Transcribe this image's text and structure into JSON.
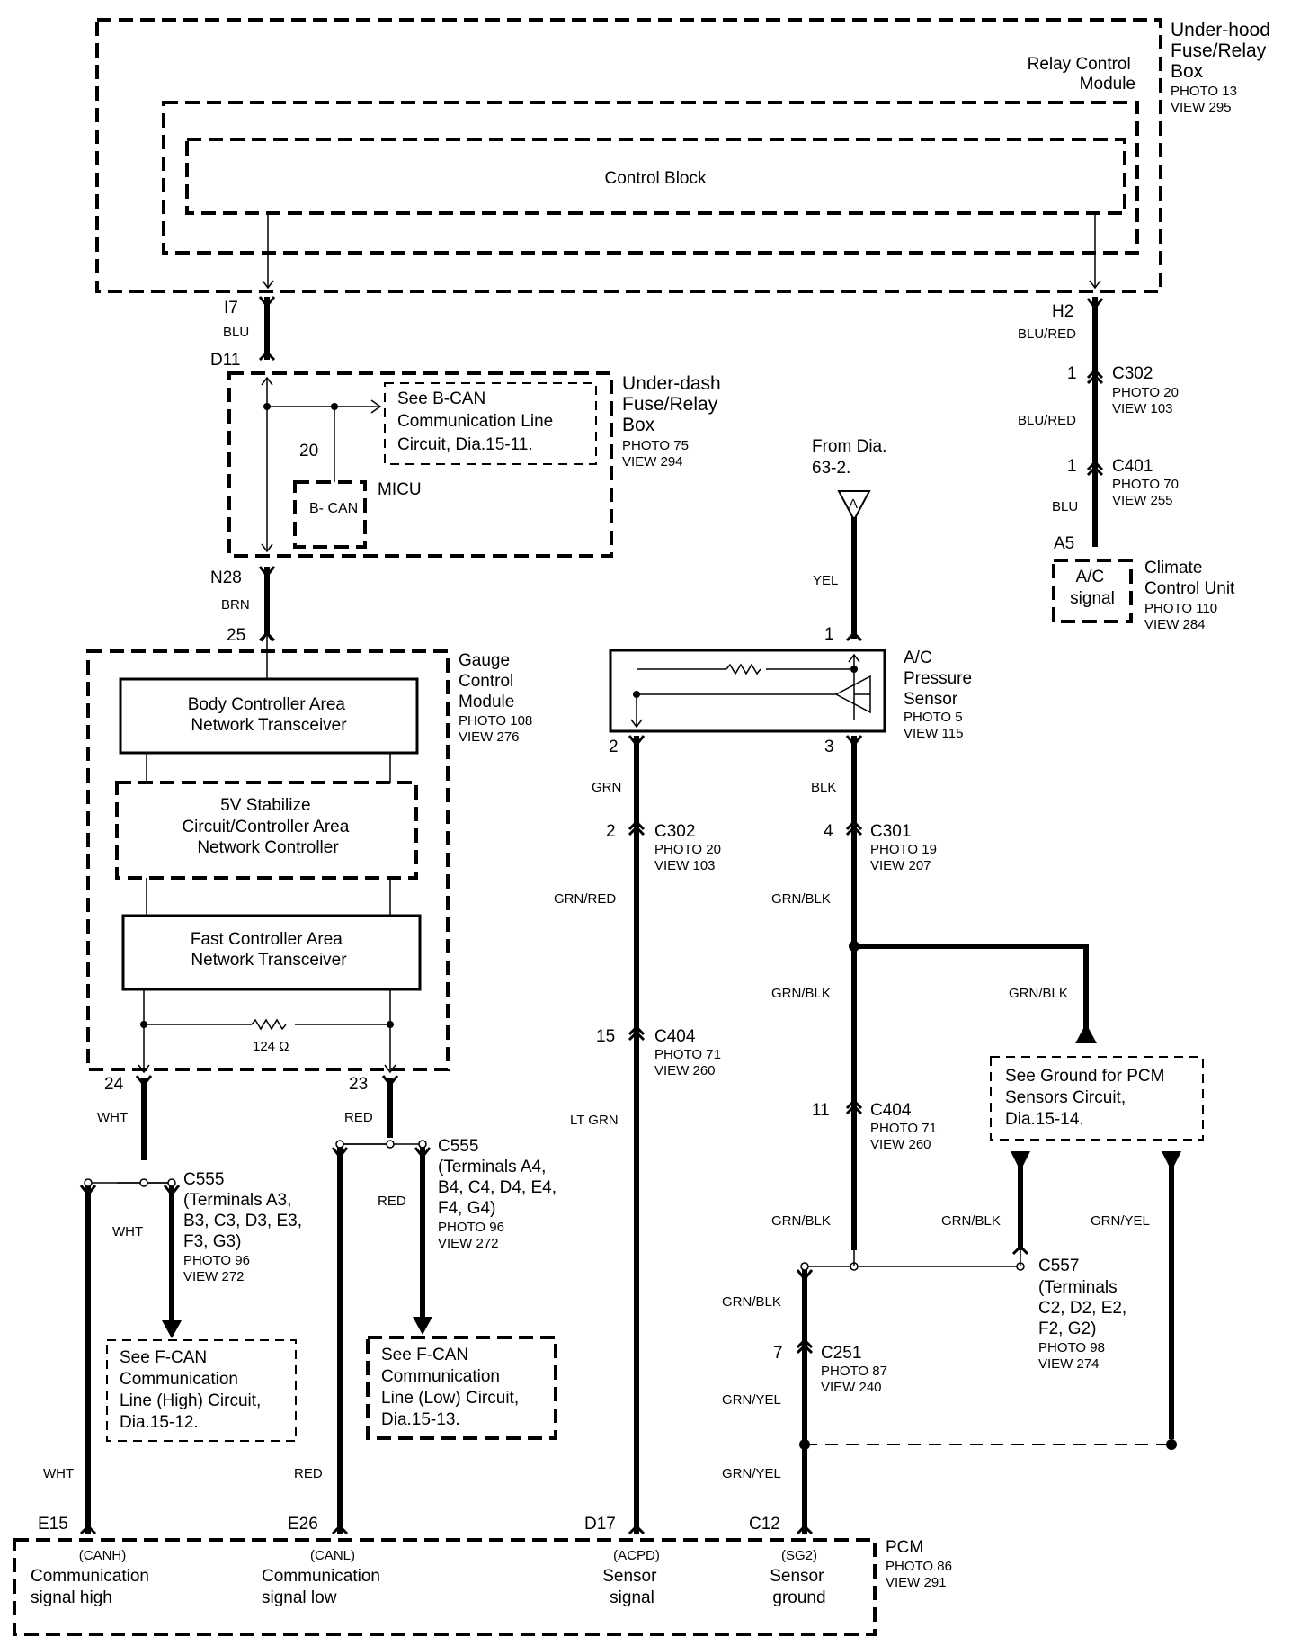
{
  "under_hood": {
    "title": [
      "Under-hood",
      "Fuse/Relay",
      "Box"
    ],
    "photo": "PHOTO 13",
    "view": "VIEW 295"
  },
  "relay_module": {
    "title": [
      "Relay Control",
      "Module"
    ]
  },
  "control_block": {
    "label": "Control Block"
  },
  "under_dash": {
    "title": [
      "Under-dash",
      "Fuse/Relay",
      "Box"
    ],
    "photo": "PHOTO 75",
    "view": "VIEW 294"
  },
  "bcan_ref": {
    "lines": [
      "See B-CAN",
      "Communication Line",
      "Circuit, Dia.15-11."
    ]
  },
  "micu": {
    "label": "MICU",
    "bcan_label": "B- CAN",
    "pin": "20"
  },
  "gauge": {
    "title": [
      "Gauge",
      "Control",
      "Module"
    ],
    "photo": "PHOTO 108",
    "view": "VIEW 276"
  },
  "body_can": {
    "lines": [
      "Body Controller Area",
      "Network Transceiver"
    ]
  },
  "stabilize": {
    "lines": [
      "5V Stabilize",
      "Circuit/Controller Area",
      "Network Controller"
    ]
  },
  "fast_can": {
    "lines": [
      "Fast Controller Area",
      "Network Transceiver"
    ]
  },
  "resistor_label": "124 Ω",
  "from_dia": {
    "lines": [
      "From Dia.",
      "63-2."
    ],
    "marker": "A"
  },
  "ac_sensor": {
    "title": [
      "A/C",
      "Pressure",
      "Sensor"
    ],
    "photo": "PHOTO 5",
    "view": "VIEW 115"
  },
  "climate": {
    "title": [
      "Climate",
      "Control Unit"
    ],
    "photo": "PHOTO 110",
    "view": "VIEW 284",
    "signal": [
      "A/C",
      "signal"
    ]
  },
  "ground_ref": {
    "lines": [
      "See Ground for PCM",
      "Sensors Circuit,",
      "Dia.15-14."
    ]
  },
  "fcan_high_ref": {
    "lines": [
      "See F-CAN",
      "Communication",
      "Line (High) Circuit,",
      "Dia.15-12."
    ]
  },
  "fcan_low_ref": {
    "lines": [
      "See F-CAN",
      "Communication",
      "Line (Low) Circuit,",
      "Dia.15-13."
    ]
  },
  "pcm": {
    "title": "PCM",
    "photo": "PHOTO 86",
    "view": "VIEW 291",
    "pins": [
      {
        "pin": "E15",
        "code": "(CANH)",
        "lines": [
          "Communication",
          "signal high"
        ]
      },
      {
        "pin": "E26",
        "code": "(CANL)",
        "lines": [
          "Communication",
          "signal low"
        ]
      },
      {
        "pin": "D17",
        "code": "(ACPD)",
        "lines": [
          "Sensor",
          "signal"
        ]
      },
      {
        "pin": "C12",
        "code": "(SG2)",
        "lines": [
          "Sensor",
          "ground"
        ]
      }
    ]
  },
  "pins": {
    "i7": "I7",
    "d11": "D11",
    "n28": "N28",
    "p25": "25",
    "h2": "H2",
    "a5": "A5",
    "p24": "24",
    "p23": "23",
    "s1": "1",
    "s2": "2",
    "s3": "3",
    "c302_r": "1",
    "c401_r": "1",
    "c302_m": "2",
    "c404_m": "15",
    "c301": "4",
    "c404_r": "11",
    "c251": "7"
  },
  "wires": {
    "blu": "BLU",
    "brn": "BRN",
    "blu_red_1": "BLU/RED",
    "blu_red_2": "BLU/RED",
    "blu_3": "BLU",
    "wht_1": "WHT",
    "wht_2": "WHT",
    "wht_3": "WHT",
    "red_1": "RED",
    "red_2": "RED",
    "red_3": "RED",
    "yel": "YEL",
    "grn": "GRN",
    "grn_red": "GRN/RED",
    "lt_grn": "LT GRN",
    "blk": "BLK",
    "grn_blk_1": "GRN/BLK",
    "grn_blk_2": "GRN/BLK",
    "grn_blk_3": "GRN/BLK",
    "grn_blk_4": "GRN/BLK",
    "grn_blk_5": "GRN/BLK",
    "grn_blk_6": "GRN/BLK",
    "grn_yel_1": "GRN/YEL",
    "grn_yel_2": "GRN/YEL",
    "grn_yel_3": "GRN/YEL"
  },
  "connectors": {
    "c302_r": {
      "name": "C302",
      "photo": "PHOTO 20",
      "view": "VIEW 103"
    },
    "c401": {
      "name": "C401",
      "photo": "PHOTO 70",
      "view": "VIEW 255"
    },
    "c302_m": {
      "name": "C302",
      "photo": "PHOTO 20",
      "view": "VIEW 103"
    },
    "c301": {
      "name": "C301",
      "photo": "PHOTO 19",
      "view": "VIEW 207"
    },
    "c404_m": {
      "name": "C404",
      "photo": "PHOTO 71",
      "view": "VIEW 260"
    },
    "c404_r": {
      "name": "C404",
      "photo": "PHOTO 71",
      "view": "VIEW 260"
    },
    "c555_a": {
      "name": "C555",
      "lines": [
        "(Terminals A3,",
        "B3, C3, D3, E3,",
        "F3, G3)"
      ],
      "photo": "PHOTO 96",
      "view": "VIEW 272"
    },
    "c555_b": {
      "name": "C555",
      "lines": [
        "(Terminals A4,",
        "B4, C4, D4, E4,",
        "F4, G4)"
      ],
      "photo": "PHOTO 96",
      "view": "VIEW 272"
    },
    "c557": {
      "name": "C557",
      "lines": [
        "(Terminals",
        "C2, D2, E2,",
        "F2, G2)"
      ],
      "photo": "PHOTO 98",
      "view": "VIEW 274"
    },
    "c251": {
      "name": "C251",
      "photo": "PHOTO 87",
      "view": "VIEW 240"
    }
  }
}
